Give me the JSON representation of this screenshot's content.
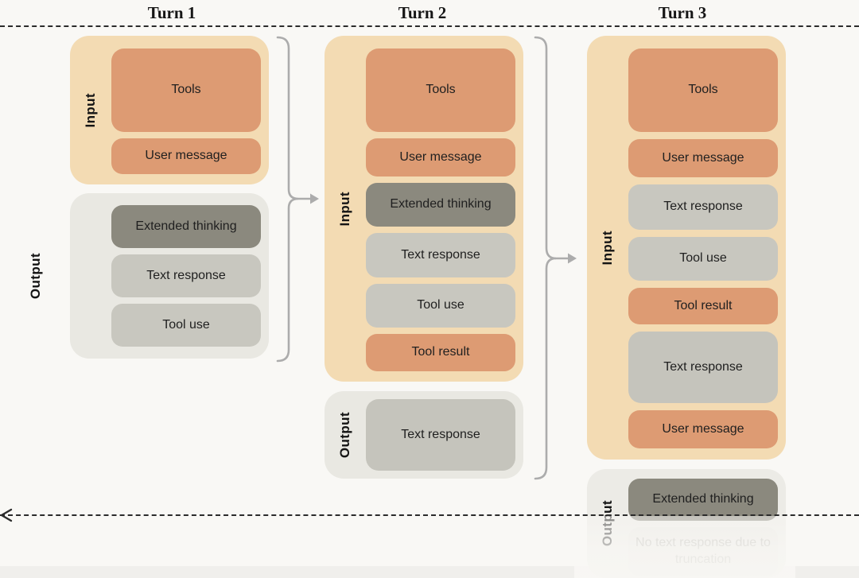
{
  "palette": {
    "page_bg": "#f9f8f5",
    "input_panel": "#f3dbb3",
    "output_panel": "#e9e8e2",
    "user_content_block": "#dd9b73",
    "thinking_block": "#8b897e",
    "response_block": "#c8c7bf",
    "faded_block": "#e8e6e1",
    "connector": "#acacac",
    "divider": "#2b2b2b"
  },
  "turns": [
    {
      "title": "Turn 1",
      "input": {
        "label": "Input",
        "items": [
          "Tools",
          "User message"
        ]
      },
      "output": {
        "label": "Output",
        "items": [
          "Extended thinking",
          "Text response",
          "Tool use"
        ]
      }
    },
    {
      "title": "Turn 2",
      "input": {
        "label": "Input",
        "items": [
          "Tools",
          "User message",
          "Extended thinking",
          "Text response",
          "Tool use",
          "Tool result"
        ]
      },
      "output": {
        "label": "Output",
        "items": [
          "Text response"
        ]
      }
    },
    {
      "title": "Turn 3",
      "input": {
        "label": "Input",
        "items": [
          "Tools",
          "User message",
          "Text response",
          "Tool use",
          "Tool result",
          "Text response",
          "User message"
        ]
      },
      "output": {
        "label": "Output",
        "items": [
          "Extended thinking",
          "No text response due to truncation"
        ]
      }
    }
  ]
}
